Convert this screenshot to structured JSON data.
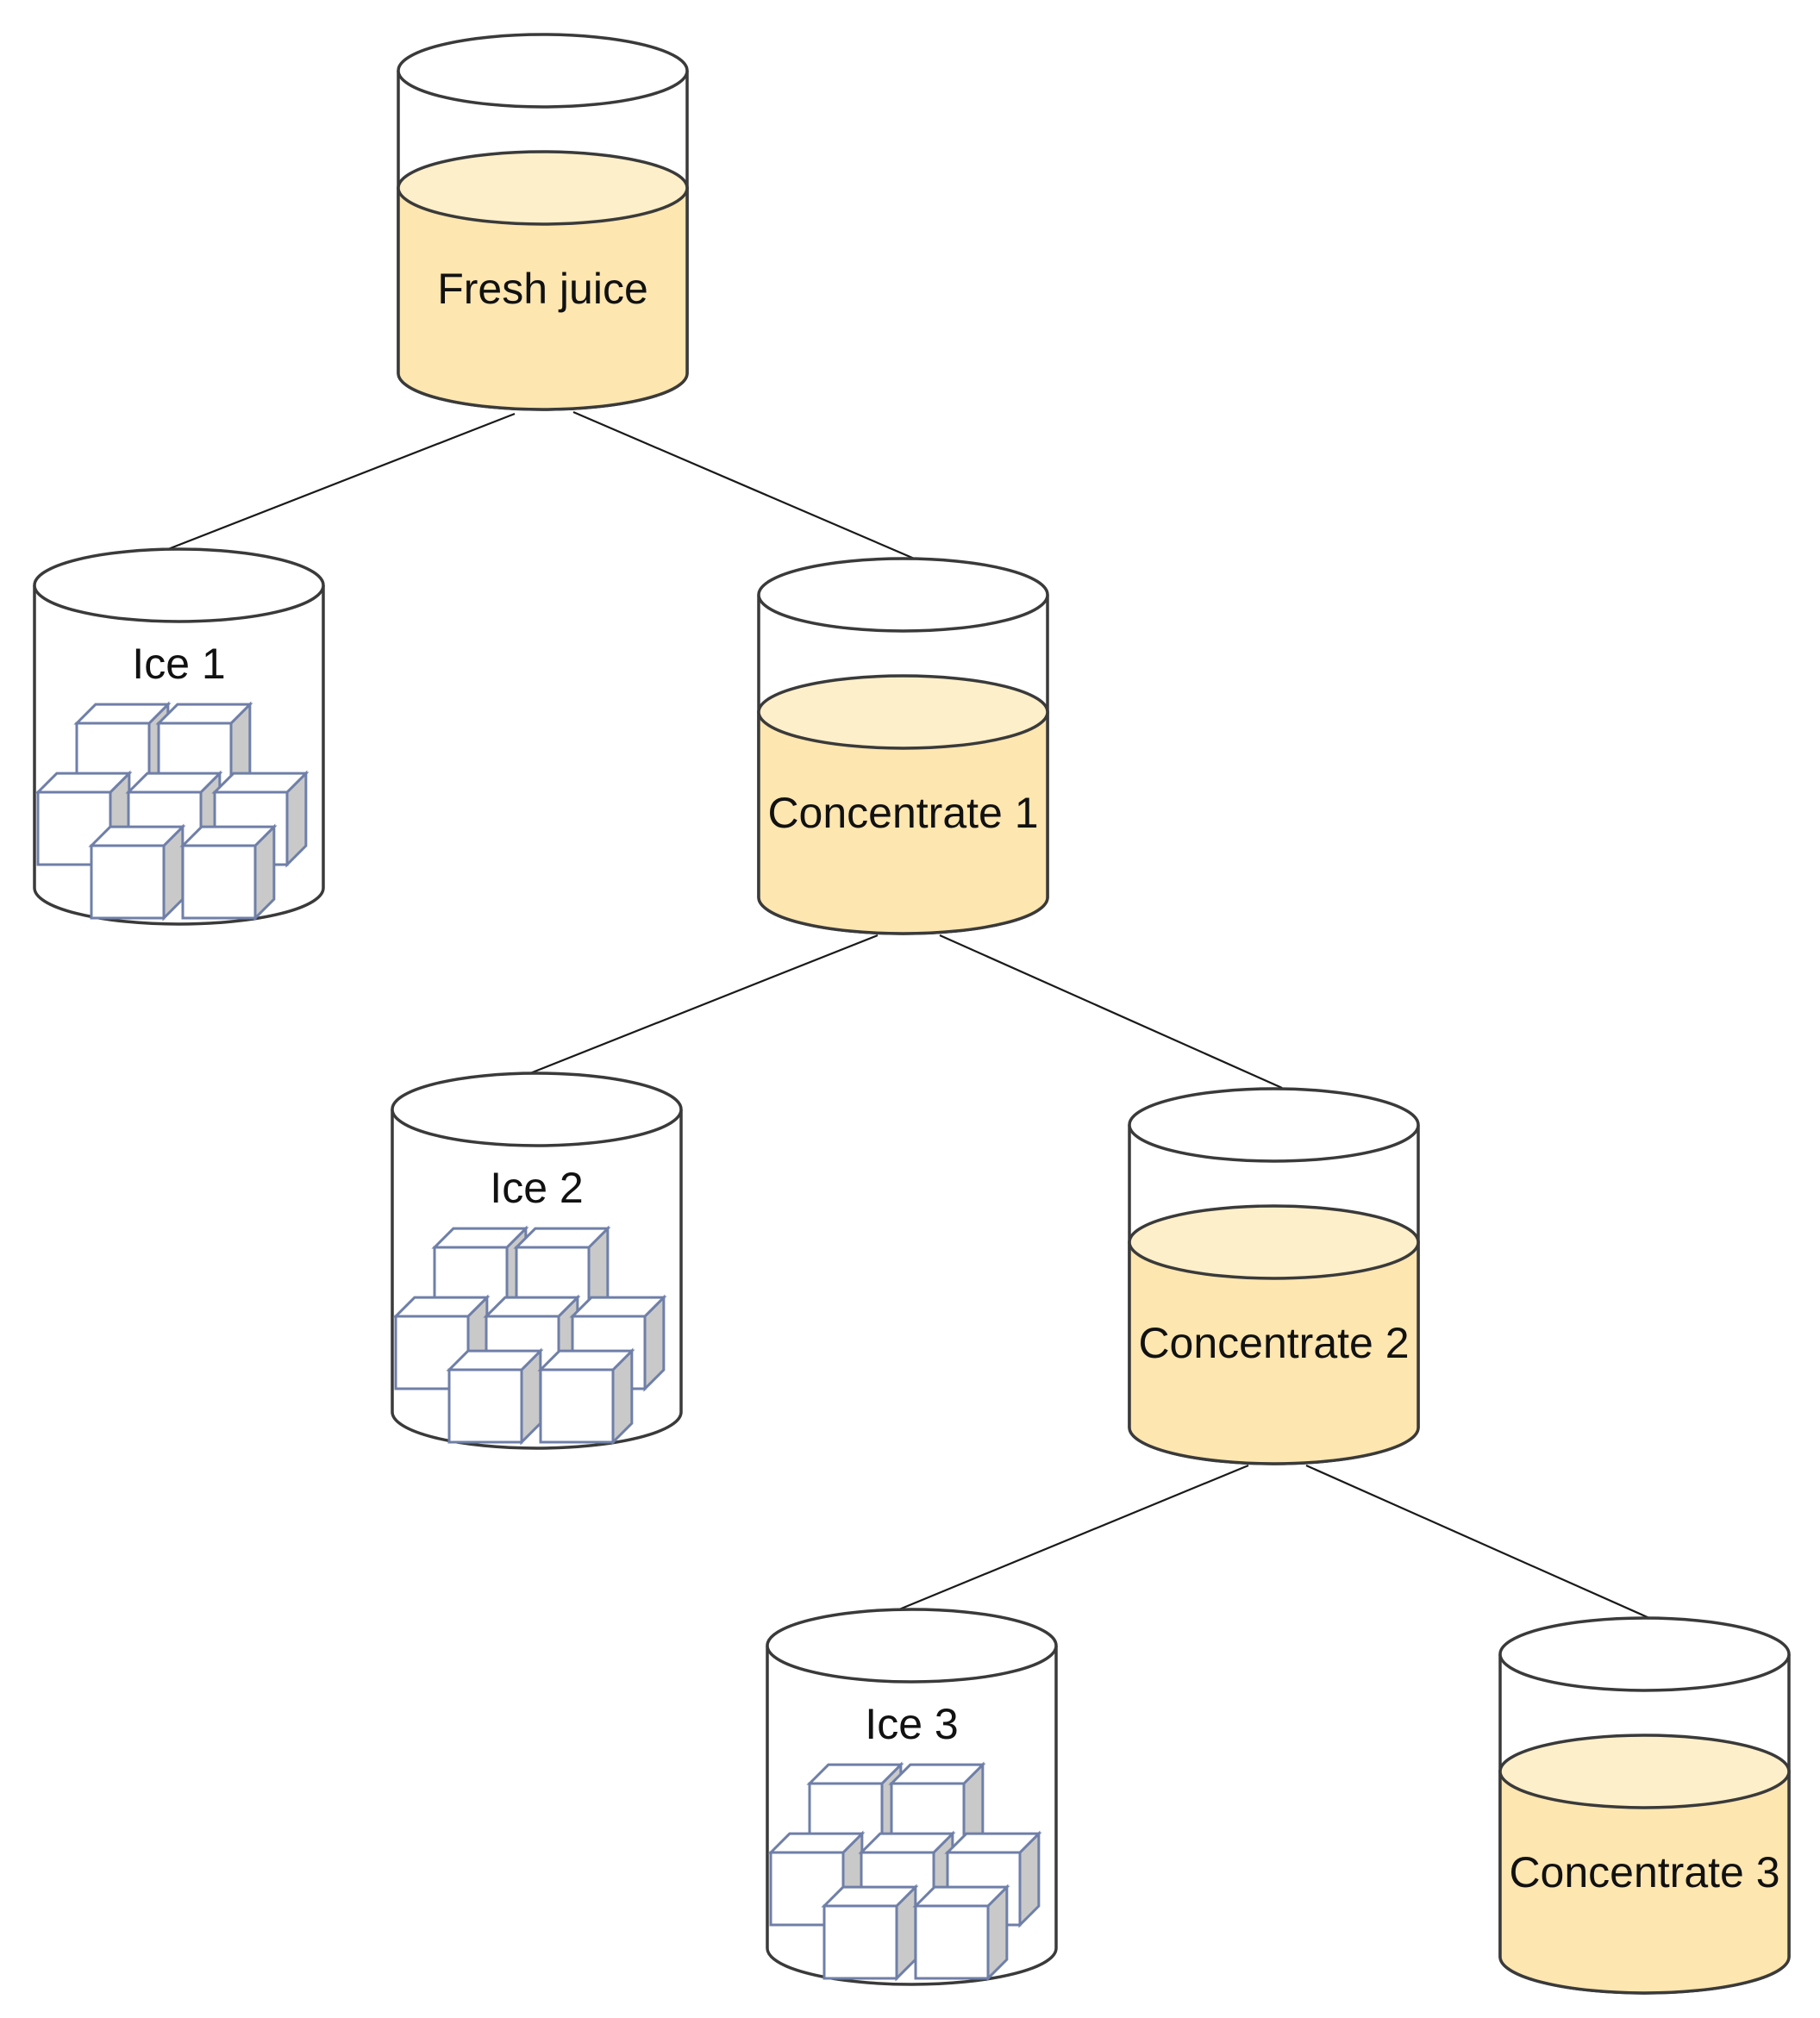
{
  "diagram": {
    "nodes": [
      {
        "id": "fresh",
        "label": "Fresh juice",
        "kind": "liquid"
      },
      {
        "id": "ice1",
        "label": "Ice 1",
        "kind": "ice"
      },
      {
        "id": "conc1",
        "label": "Concentrate 1",
        "kind": "liquid"
      },
      {
        "id": "ice2",
        "label": "Ice 2",
        "kind": "ice"
      },
      {
        "id": "conc2",
        "label": "Concentrate 2",
        "kind": "liquid"
      },
      {
        "id": "ice3",
        "label": "Ice 3",
        "kind": "ice"
      },
      {
        "id": "conc3",
        "label": "Concentrate 3",
        "kind": "liquid"
      }
    ],
    "edges": [
      {
        "from": "fresh",
        "to": "ice1"
      },
      {
        "from": "fresh",
        "to": "conc1"
      },
      {
        "from": "conc1",
        "to": "ice2"
      },
      {
        "from": "conc1",
        "to": "conc2"
      },
      {
        "from": "conc2",
        "to": "ice3"
      },
      {
        "from": "conc2",
        "to": "conc3"
      }
    ],
    "colors": {
      "liquid": "#fde6b0",
      "liquid_surface": "#fdefc9",
      "outline": "#3a3a3a",
      "ice_edge": "#6f7fa8",
      "ice_side": "#c9c9c9"
    }
  }
}
